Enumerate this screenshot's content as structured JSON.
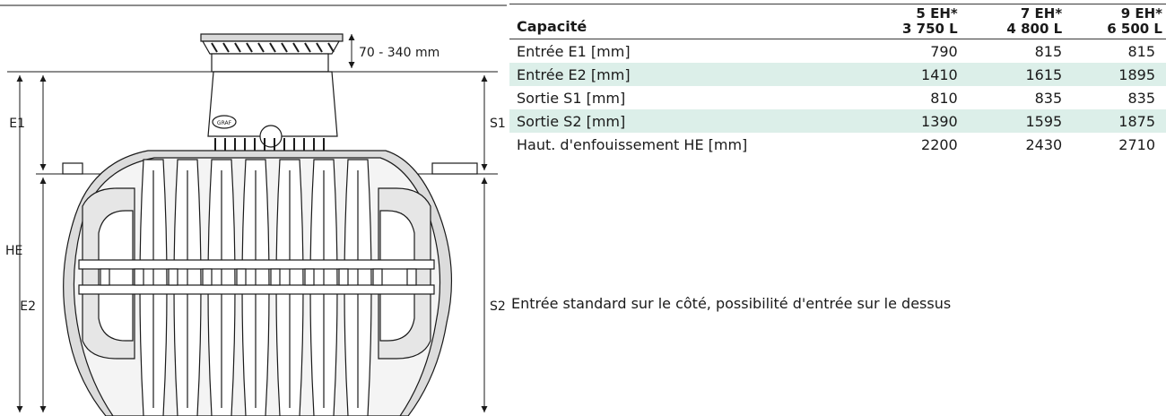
{
  "drawing": {
    "cover_height": "70 - 340 mm",
    "labels": {
      "e1": "E1",
      "e2": "E2",
      "he": "HE",
      "s1": "S1",
      "s2": "S2",
      "logo": "GRAF"
    }
  },
  "table": {
    "header": {
      "capacity_label": "Capacité",
      "columns": [
        {
          "line1": "5 EH*",
          "line2": "3 750 L"
        },
        {
          "line1": "7 EH*",
          "line2": "4 800 L"
        },
        {
          "line1": "9 EH*",
          "line2": "6 500 L"
        }
      ]
    },
    "rows": [
      {
        "label": "Entrée E1 [mm]",
        "values": [
          "790",
          "815",
          "815"
        ]
      },
      {
        "label": "Entrée E2 [mm]",
        "values": [
          "1410",
          "1615",
          "1895"
        ]
      },
      {
        "label": "Sortie S1 [mm]",
        "values": [
          "810",
          "835",
          "835"
        ]
      },
      {
        "label": "Sortie S2 [mm]",
        "values": [
          "1390",
          "1595",
          "1875"
        ]
      },
      {
        "label": "Haut. d'enfouissement HE [mm]",
        "values": [
          "2200",
          "2430",
          "2710"
        ]
      }
    ]
  },
  "note": "Entrée standard sur le côté, possibilité d'entrée sur le dessus"
}
